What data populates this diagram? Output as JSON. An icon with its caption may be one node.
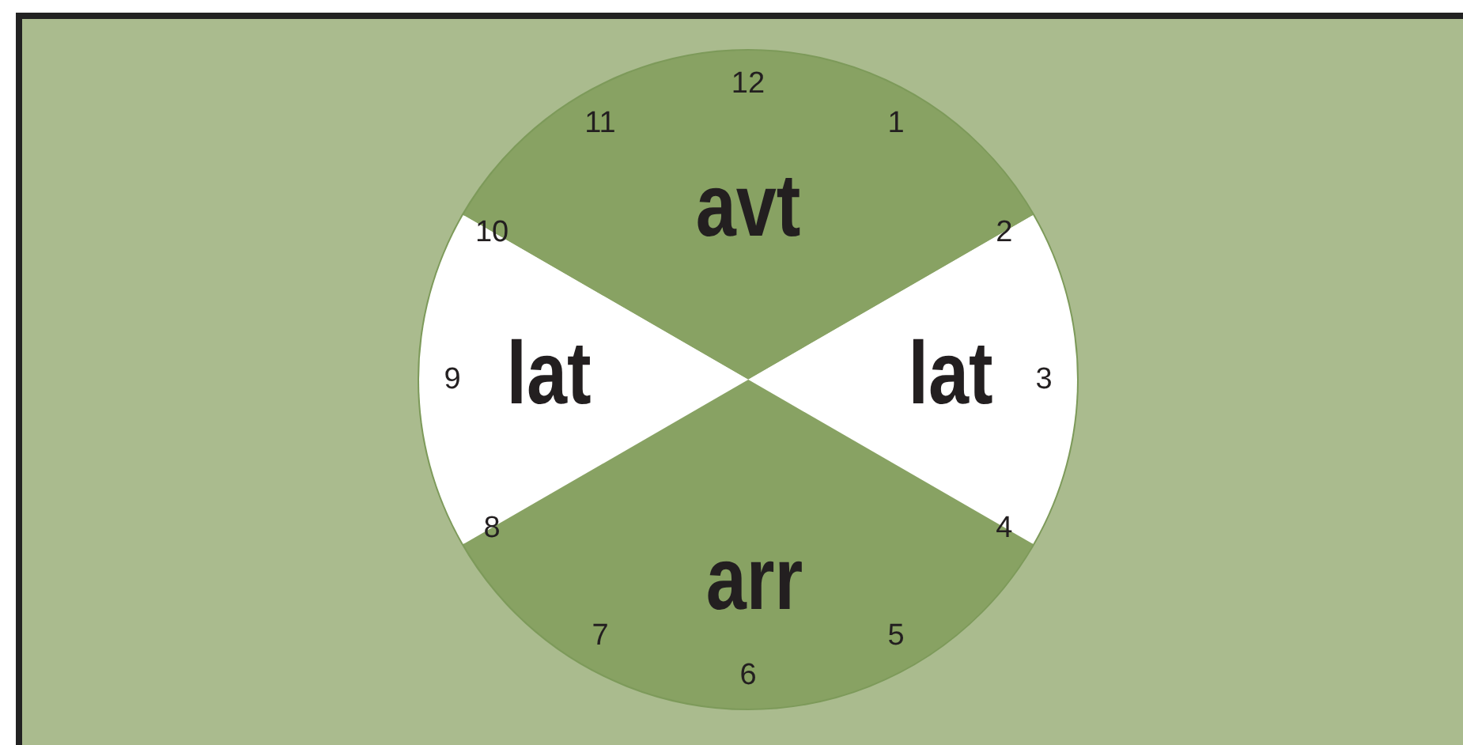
{
  "diagram": {
    "nodes": [
      {
        "text": [
          "avt"
        ]
      },
      {
        "text": [
          "lat"
        ]
      },
      {
        "text": [
          "lat"
        ]
      },
      {
        "text": [
          "arr"
        ]
      }
    ],
    "labels": [
      "12",
      "11",
      "1",
      "10",
      "2",
      "9",
      "3",
      "8",
      "4",
      "7",
      "5",
      "6"
    ]
  }
}
